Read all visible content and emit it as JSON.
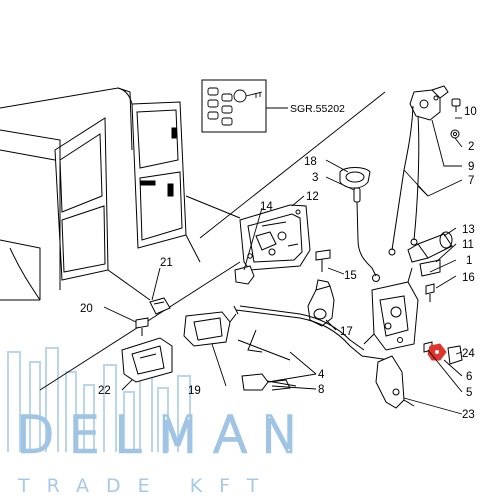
{
  "diagram": {
    "reference_code": "SGR.55202",
    "callouts": [
      {
        "id": "n1",
        "text": "1"
      },
      {
        "id": "n2",
        "text": "2"
      },
      {
        "id": "n3",
        "text": "3"
      },
      {
        "id": "n4",
        "text": "4"
      },
      {
        "id": "n5",
        "text": "5"
      },
      {
        "id": "n6",
        "text": "6"
      },
      {
        "id": "n7",
        "text": "7"
      },
      {
        "id": "n8",
        "text": "8"
      },
      {
        "id": "n9",
        "text": "9"
      },
      {
        "id": "n10",
        "text": "10"
      },
      {
        "id": "n11",
        "text": "11"
      },
      {
        "id": "n12",
        "text": "12"
      },
      {
        "id": "n13",
        "text": "13"
      },
      {
        "id": "n14",
        "text": "14"
      },
      {
        "id": "n15",
        "text": "15"
      },
      {
        "id": "n16",
        "text": "16"
      },
      {
        "id": "n17",
        "text": "17"
      },
      {
        "id": "n18",
        "text": "18"
      },
      {
        "id": "n19",
        "text": "19"
      },
      {
        "id": "n20",
        "text": "20"
      },
      {
        "id": "n21",
        "text": "21"
      },
      {
        "id": "n22",
        "text": "22"
      },
      {
        "id": "n23",
        "text": "23"
      },
      {
        "id": "n24",
        "text": "24"
      }
    ]
  },
  "watermark": {
    "name": "DELMAN",
    "tagline": "TRADE KFT",
    "color": "#9fc4e4"
  },
  "colors": {
    "line": "#000000",
    "highlight_part": "#e0352b"
  }
}
